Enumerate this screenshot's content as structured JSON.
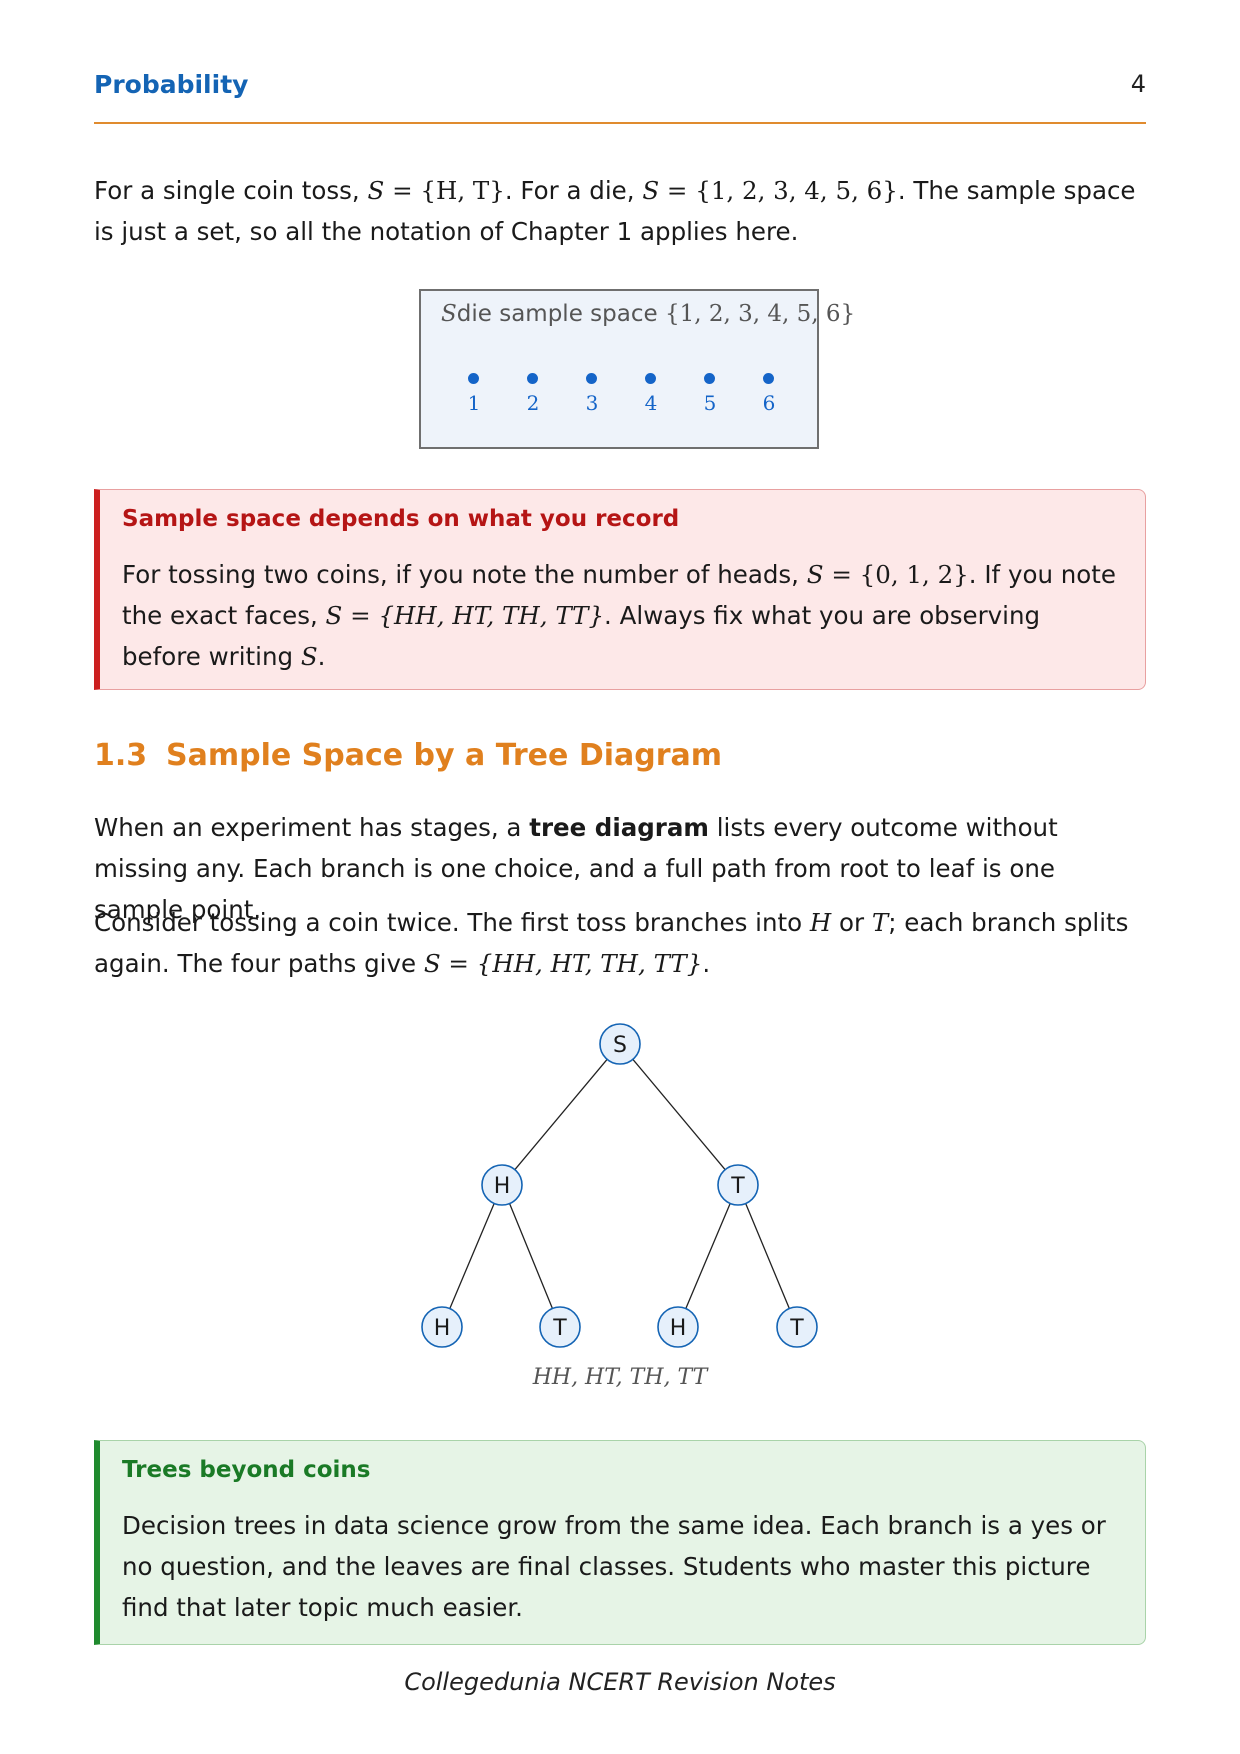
{
  "header": {
    "title": "Probability",
    "page_number": "4"
  },
  "intro": {
    "t1": "For a single coin toss, ",
    "m1": "S",
    "t2": " = ",
    "m2": "{H, T}",
    "t3": ". For a die, ",
    "m3": "S",
    "t4": " = ",
    "m4": "{1, 2, 3, 4, 5, 6}",
    "t5": ". The sample space is just a set, so all the notation of Chapter 1 applies here."
  },
  "die_box": {
    "caption_sym": "S",
    "caption_sub": "die",
    "caption_text": " sample space ",
    "caption_set": "{1, 2, 3, 4, 5, 6}",
    "outcomes": [
      "1",
      "2",
      "3",
      "4",
      "5",
      "6"
    ]
  },
  "callout_red": {
    "title": "Sample space depends on what you record",
    "b1": "For tossing two coins, if you note the number of heads, ",
    "m1": "S",
    "b2": " = ",
    "m2": "{0, 1, 2}",
    "b3": ". If you note the exact faces, ",
    "m3": "S",
    "b4": " = ",
    "m4": "{HH, HT, TH, TT}",
    "b5": ". Always fix what you are observing before writing ",
    "m5": "S",
    "b6": "."
  },
  "section": {
    "number": "1.3",
    "title": "Sample Space by a Tree Diagram"
  },
  "para2": {
    "t1": "When an experiment has stages, a ",
    "bold": "tree diagram",
    "t2": " lists every outcome without missing any. Each branch is one choice, and a full path from root to leaf is one sample point."
  },
  "para3": {
    "t1": "Consider tossing a coin twice. The first toss branches into ",
    "m1": "H",
    "t2": " or ",
    "m2": "T",
    "t3": "; each branch splits again. The four paths give ",
    "m3": "S",
    "t4": " = ",
    "m4": "{HH, HT, TH, TT}",
    "t5": "."
  },
  "tree": {
    "root": "S",
    "level1": [
      "H",
      "T"
    ],
    "level2": [
      "H",
      "T",
      "H",
      "T"
    ],
    "caption": "HH,  HT,  TH,  TT",
    "node_fill": "#e6f0fb",
    "node_stroke": "#1464b4"
  },
  "callout_green": {
    "title": "Trees beyond coins",
    "body": "Decision trees in data science grow from the same idea. Each branch is a yes or no question, and the leaves are final classes. Students who master this picture find that later topic much easier."
  },
  "footer": "Collegedunia NCERT Revision Notes"
}
